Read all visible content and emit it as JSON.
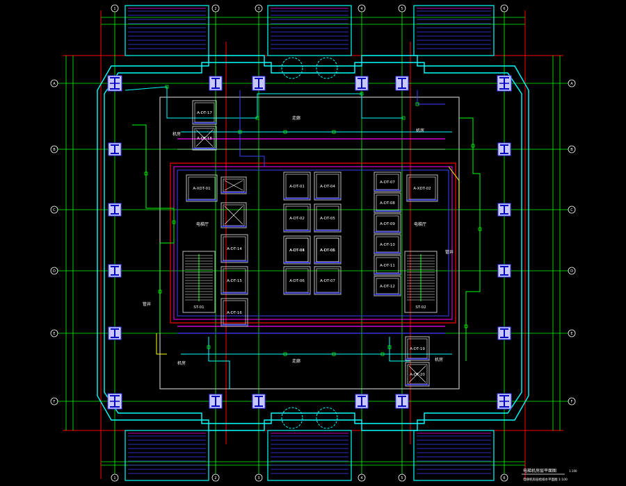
{
  "drawing": {
    "background": "#000000",
    "colors": {
      "structure": "#00ffff",
      "grid": "#00ff00",
      "axis_red": "#ff0000",
      "blue": "#4040ff",
      "magenta": "#ff00ff",
      "yellow": "#ffff00",
      "gray": "#c0c0c0",
      "white": "#ffffff",
      "column_fill": "#c8c8ff"
    },
    "title_block": {
      "title": "电梯机房层平面图",
      "subtitle": "电梯机房层给排水平面图 1:100",
      "scale": "1:100"
    },
    "grid_bubbles": {
      "top": [
        "1",
        "2",
        "3",
        "4",
        "5",
        "6"
      ],
      "bottom": [
        "1",
        "2",
        "3",
        "4",
        "5",
        "6"
      ],
      "left": [
        "A",
        "B",
        "C",
        "D",
        "E",
        "F"
      ],
      "right": [
        "A",
        "B",
        "C",
        "D",
        "E",
        "F"
      ]
    },
    "corridor_labels": [
      "走廊",
      "走廊"
    ],
    "elevators": {
      "left_top": [
        "A-DT-17",
        "A-DT-18"
      ],
      "left_mid": "A-XDT-01",
      "col_a": [
        "A-DT-14",
        "A-DT-15",
        "A-DT-16"
      ],
      "col_b": [
        "A-DT-01",
        "A-DT-02",
        "A-DT-03"
      ],
      "col_c": [
        "A-DT-04",
        "A-DT-05",
        "A-DT-06"
      ],
      "col_d": [
        "A-DT-07",
        "A-DT-08",
        "A-DT-09"
      ],
      "col_e": [
        "A-DT-10",
        "A-DT-11",
        "A-DT-12"
      ],
      "right_mid": "A-XDT-02",
      "right_bottom": [
        "A-DT-19",
        "A-DT-20"
      ]
    },
    "stairs": [
      "ST-01",
      "ST-02"
    ],
    "room_labels": {
      "machine_left": "机房",
      "machine_right": "机房",
      "lobby_left": "电梯厅",
      "lobby_right": "电梯厅",
      "shaft_left": "管井",
      "shaft_right": "管井",
      "room_bottom_left": "机房",
      "room_bottom_right": "机房"
    }
  }
}
